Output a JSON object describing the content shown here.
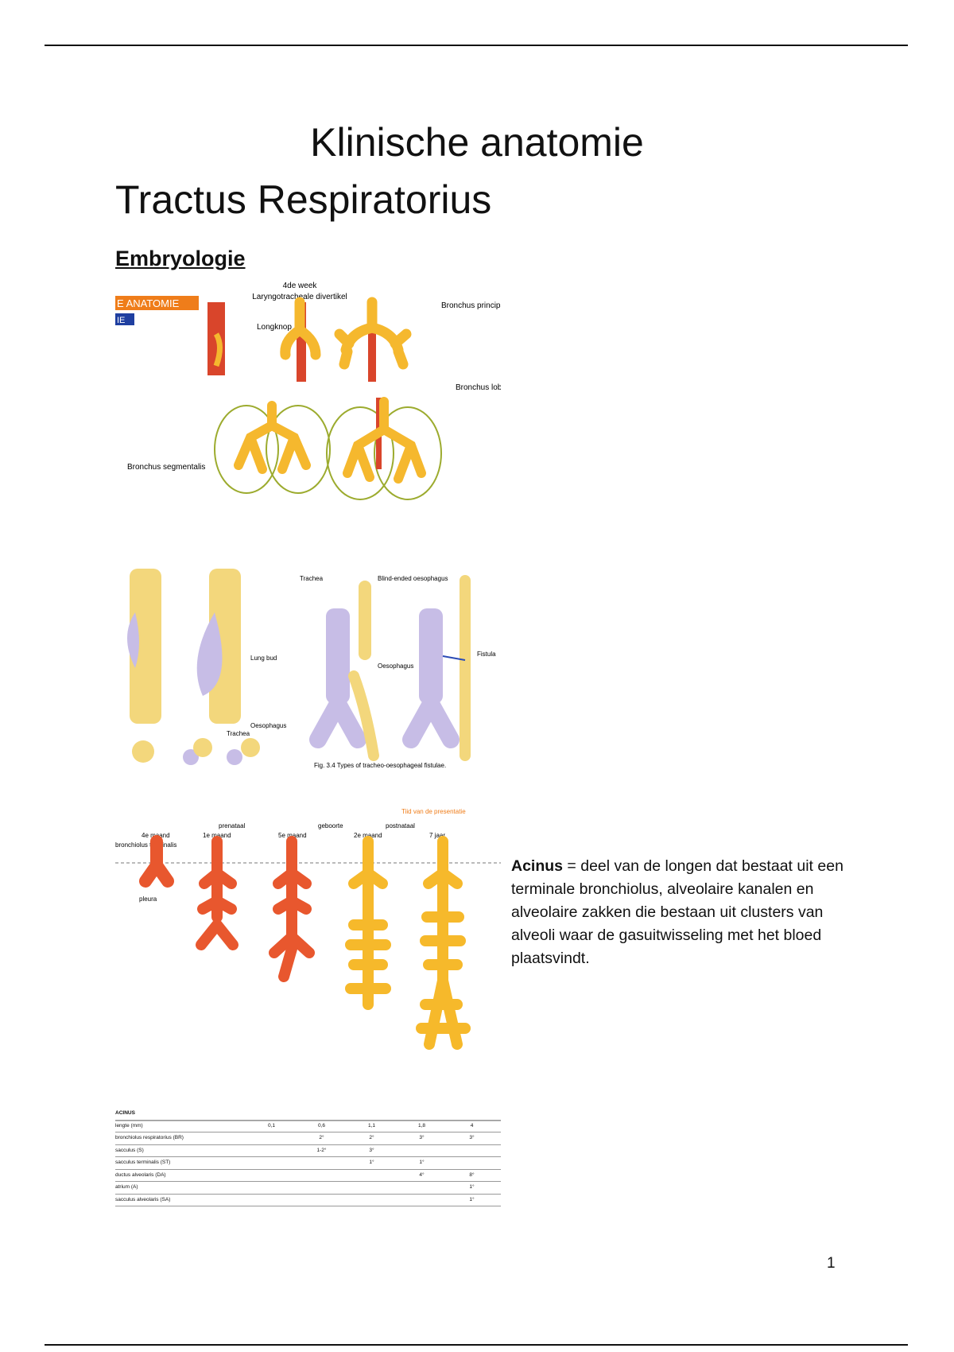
{
  "page": {
    "title": "Klinische anatomie",
    "subtitle": "Tractus Respiratorius",
    "section": "Embryologie",
    "page_number": "1"
  },
  "figure_a": {
    "banner": "E ANATOMIE",
    "banner_sub": "IE",
    "header_line1": "4de week",
    "header_line2": "Laryngotracheale divertikel",
    "label_bronchus_principalis": "Bronchus principalis",
    "label_longknop": "Longknop",
    "label_bronchus_lobaris": "Bronchus lobaris",
    "label_bronchus_segmentalis": "Bronchus segmentalis",
    "bud_color": "#f5b82e",
    "vessel_color": "#d9452b"
  },
  "figure_b": {
    "label_trachea": "Trachea",
    "label_blind_oesophagus": "Blind-ended oesophagus",
    "label_oesophagus": "Oesophagus",
    "label_fistula": "Fistula",
    "label_lung_bud": "Lung bud",
    "label_trachea_small": "Trachea",
    "label_oesophagus_small": "Oesophagus",
    "caption": "Fig. 3.4  Types of tracheo-oesophageal fistulae.",
    "tissue_color": "#f3d77c",
    "tube_color": "#c7bde6"
  },
  "figure_c": {
    "source": "Tiid van de presentatie",
    "prenatal": "prenataal",
    "birth": "geboorte",
    "postnatal": "postnataal",
    "stages": [
      "4e maand",
      "1e maand",
      "5e maand",
      "2e maand",
      "7 jaar"
    ],
    "bronchiolus_label": "bronchiolus terminalis",
    "pleura_label": "pleura",
    "table": {
      "header": "ACINUS",
      "rows": [
        {
          "label": "lengte (mm)",
          "values": [
            "0,1",
            "0,6",
            "1,1",
            "1,8",
            "4"
          ]
        },
        {
          "label": "bronchiolus respiratorius (BR)",
          "values": [
            "",
            "2°",
            "2°",
            "3°",
            "3°"
          ]
        },
        {
          "label": "sacculus (S)",
          "values": [
            "",
            "1-2°",
            "3°",
            "",
            ""
          ]
        },
        {
          "label": "sacculus terminalis (ST)",
          "values": [
            "",
            "",
            "1°",
            "1°",
            ""
          ]
        },
        {
          "label": "ductus alveolaris (DA)",
          "values": [
            "",
            "",
            "",
            "4°",
            "8°"
          ]
        },
        {
          "label": "atrium (A)",
          "values": [
            "",
            "",
            "",
            "",
            "1°"
          ]
        },
        {
          "label": "sacculus alveolaris (SA)",
          "values": [
            "",
            "",
            "",
            "",
            "1°"
          ]
        }
      ]
    },
    "red": "#e8572e",
    "yellow": "#f6b92b"
  },
  "acinus": {
    "term": "Acinus",
    "definition": " = deel van de longen dat bestaat uit een terminale bronchiolus, alveolaire kanalen en alveolaire zakken die bestaan uit clusters van alveoli waar de gasuitwisseling met het bloed plaatsvindt."
  }
}
